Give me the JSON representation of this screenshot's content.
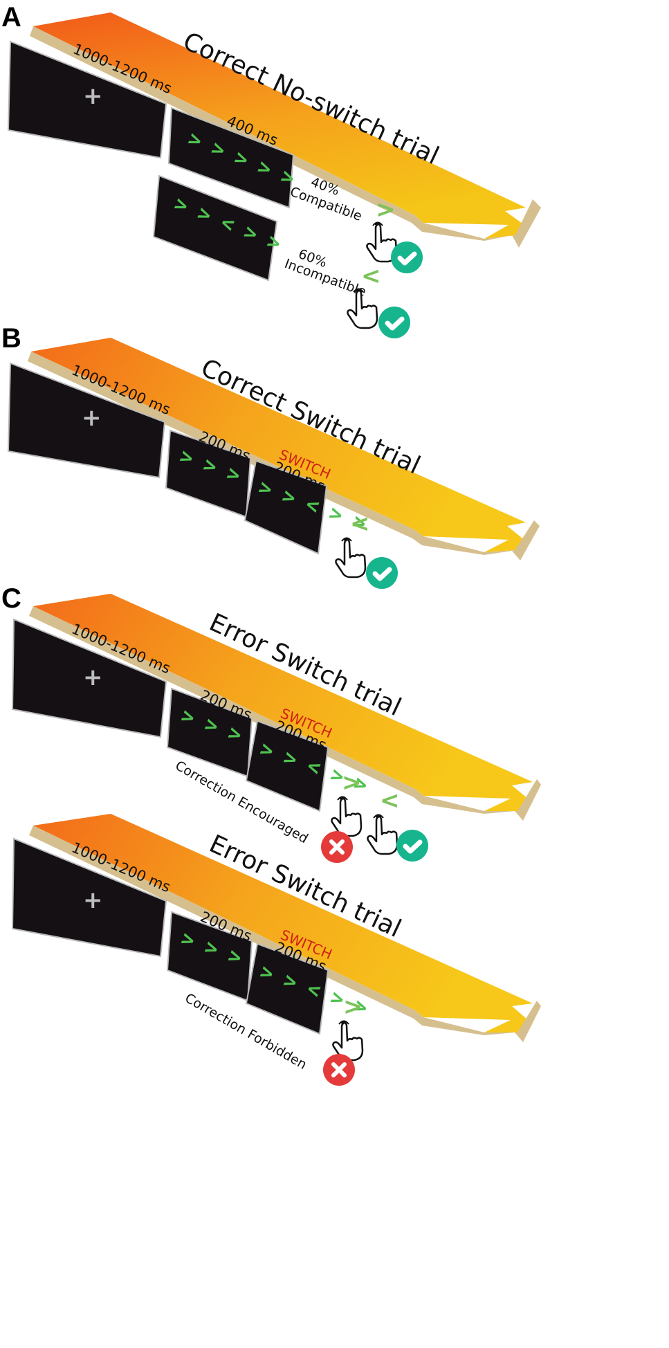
{
  "colors": {
    "arrow_light": "#f5c518",
    "arrow_dark": "#f25a1a",
    "side_band": "#d6bf8e",
    "screen": "#141014",
    "stimulus": "#4fc24f",
    "correct": "#16b58e",
    "error": "#e53a3a"
  },
  "panels": [
    {
      "letter": "A",
      "title": "Correct No-switch trial",
      "fixation": {
        "duration": "1000-1200 ms",
        "symbol": "+"
      },
      "stimulus": {
        "duration": "400 ms",
        "arrows": "> > > > >"
      },
      "alt_stimulus": {
        "arrows": "> > < > >"
      },
      "compatible": {
        "percent": "40%",
        "label": "Compatible"
      },
      "incompatible": {
        "percent": "60%",
        "label": "Incompatible"
      },
      "responses": [
        {
          "arrow": ">",
          "icon": "pointing-hand-icon",
          "feedback": "check-icon"
        },
        {
          "arrow": "<",
          "icon": "pointing-hand-icon",
          "feedback": "check-icon"
        }
      ]
    },
    {
      "letter": "B",
      "title": "Correct Switch trial",
      "fixation": {
        "duration": "1000-1200 ms",
        "symbol": "+"
      },
      "stimulus": {
        "duration": "200 ms",
        "arrows": "> > > > >"
      },
      "switch_stimulus": {
        "switch": "SWITCH",
        "duration": "200 ms",
        "arrows": "> > < > >"
      },
      "responses": [
        {
          "arrow": "<",
          "icon": "pointing-hand-icon",
          "feedback": "check-icon"
        }
      ]
    },
    {
      "letter": "C",
      "title": "Error Switch trial",
      "fixation": {
        "duration": "1000-1200 ms",
        "symbol": "+"
      },
      "stimulus": {
        "duration": "200 ms",
        "arrows": "> > > > >"
      },
      "switch_stimulus": {
        "switch": "SWITCH",
        "duration": "200 ms",
        "arrows": "> > < > >"
      },
      "condition": "Correction Encouraged",
      "responses": [
        {
          "arrow": ">",
          "icon": "pointing-hand-icon",
          "feedback": "cross-icon"
        },
        {
          "arrow": "<",
          "icon": "pointing-hand-icon",
          "feedback": "check-icon"
        }
      ]
    },
    {
      "letter": "",
      "title": "Error Switch trial",
      "fixation": {
        "duration": "1000-1200 ms",
        "symbol": "+"
      },
      "stimulus": {
        "duration": "200 ms",
        "arrows": "> > > > >"
      },
      "switch_stimulus": {
        "switch": "SWITCH",
        "duration": "200 ms",
        "arrows": "> > < > >"
      },
      "condition": "Correction Forbidden",
      "responses": [
        {
          "arrow": ">",
          "icon": "pointing-hand-icon",
          "feedback": "cross-icon"
        }
      ]
    }
  ]
}
